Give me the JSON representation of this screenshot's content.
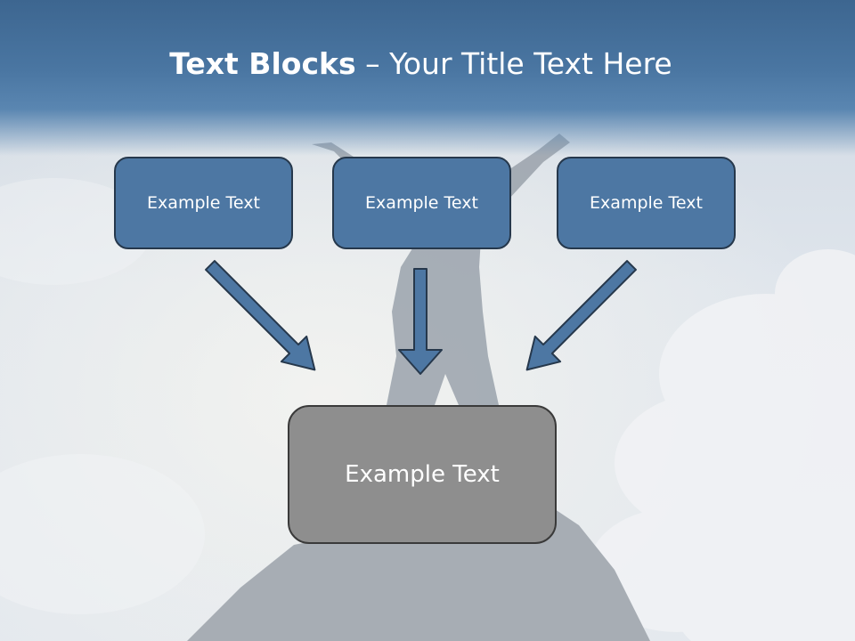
{
  "title": {
    "bold": "Text Blocks",
    "dash": " – ",
    "rest": "Your Title Text Here"
  },
  "boxes": {
    "left": "Example Text",
    "center": "Example Text",
    "right": "Example Text",
    "bottom": "Example Text"
  },
  "colors": {
    "header": "#4a76a2",
    "box_fill": "#4d77a3",
    "box_border": "#26384c",
    "bottom_fill": "#8e8e8e",
    "arrow_fill": "#4d77a3"
  }
}
